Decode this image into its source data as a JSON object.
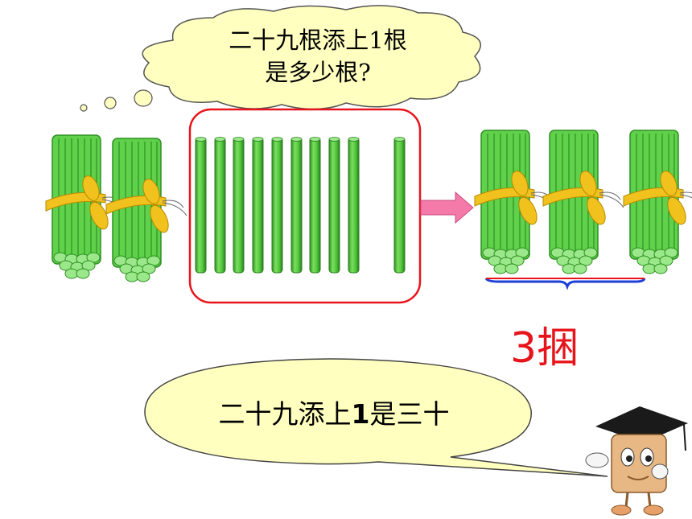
{
  "thought_bubble": {
    "line1": "二十九根添上1根",
    "line2": "是多少根?"
  },
  "result_label": "3捆",
  "speech_bubble": {
    "text_prefix": "二十九添上",
    "text_bold": "1",
    "text_suffix": "是三十"
  },
  "colors": {
    "stick_green": "#5fd14a",
    "stick_dark": "#2f8f22",
    "ribbon": "#f1c21e",
    "frame_red": "#e8141b",
    "arrow_pink": "#f47aa9",
    "brace_blue": "#1f3fd6",
    "bubble_fill": "#ffffc0"
  }
}
